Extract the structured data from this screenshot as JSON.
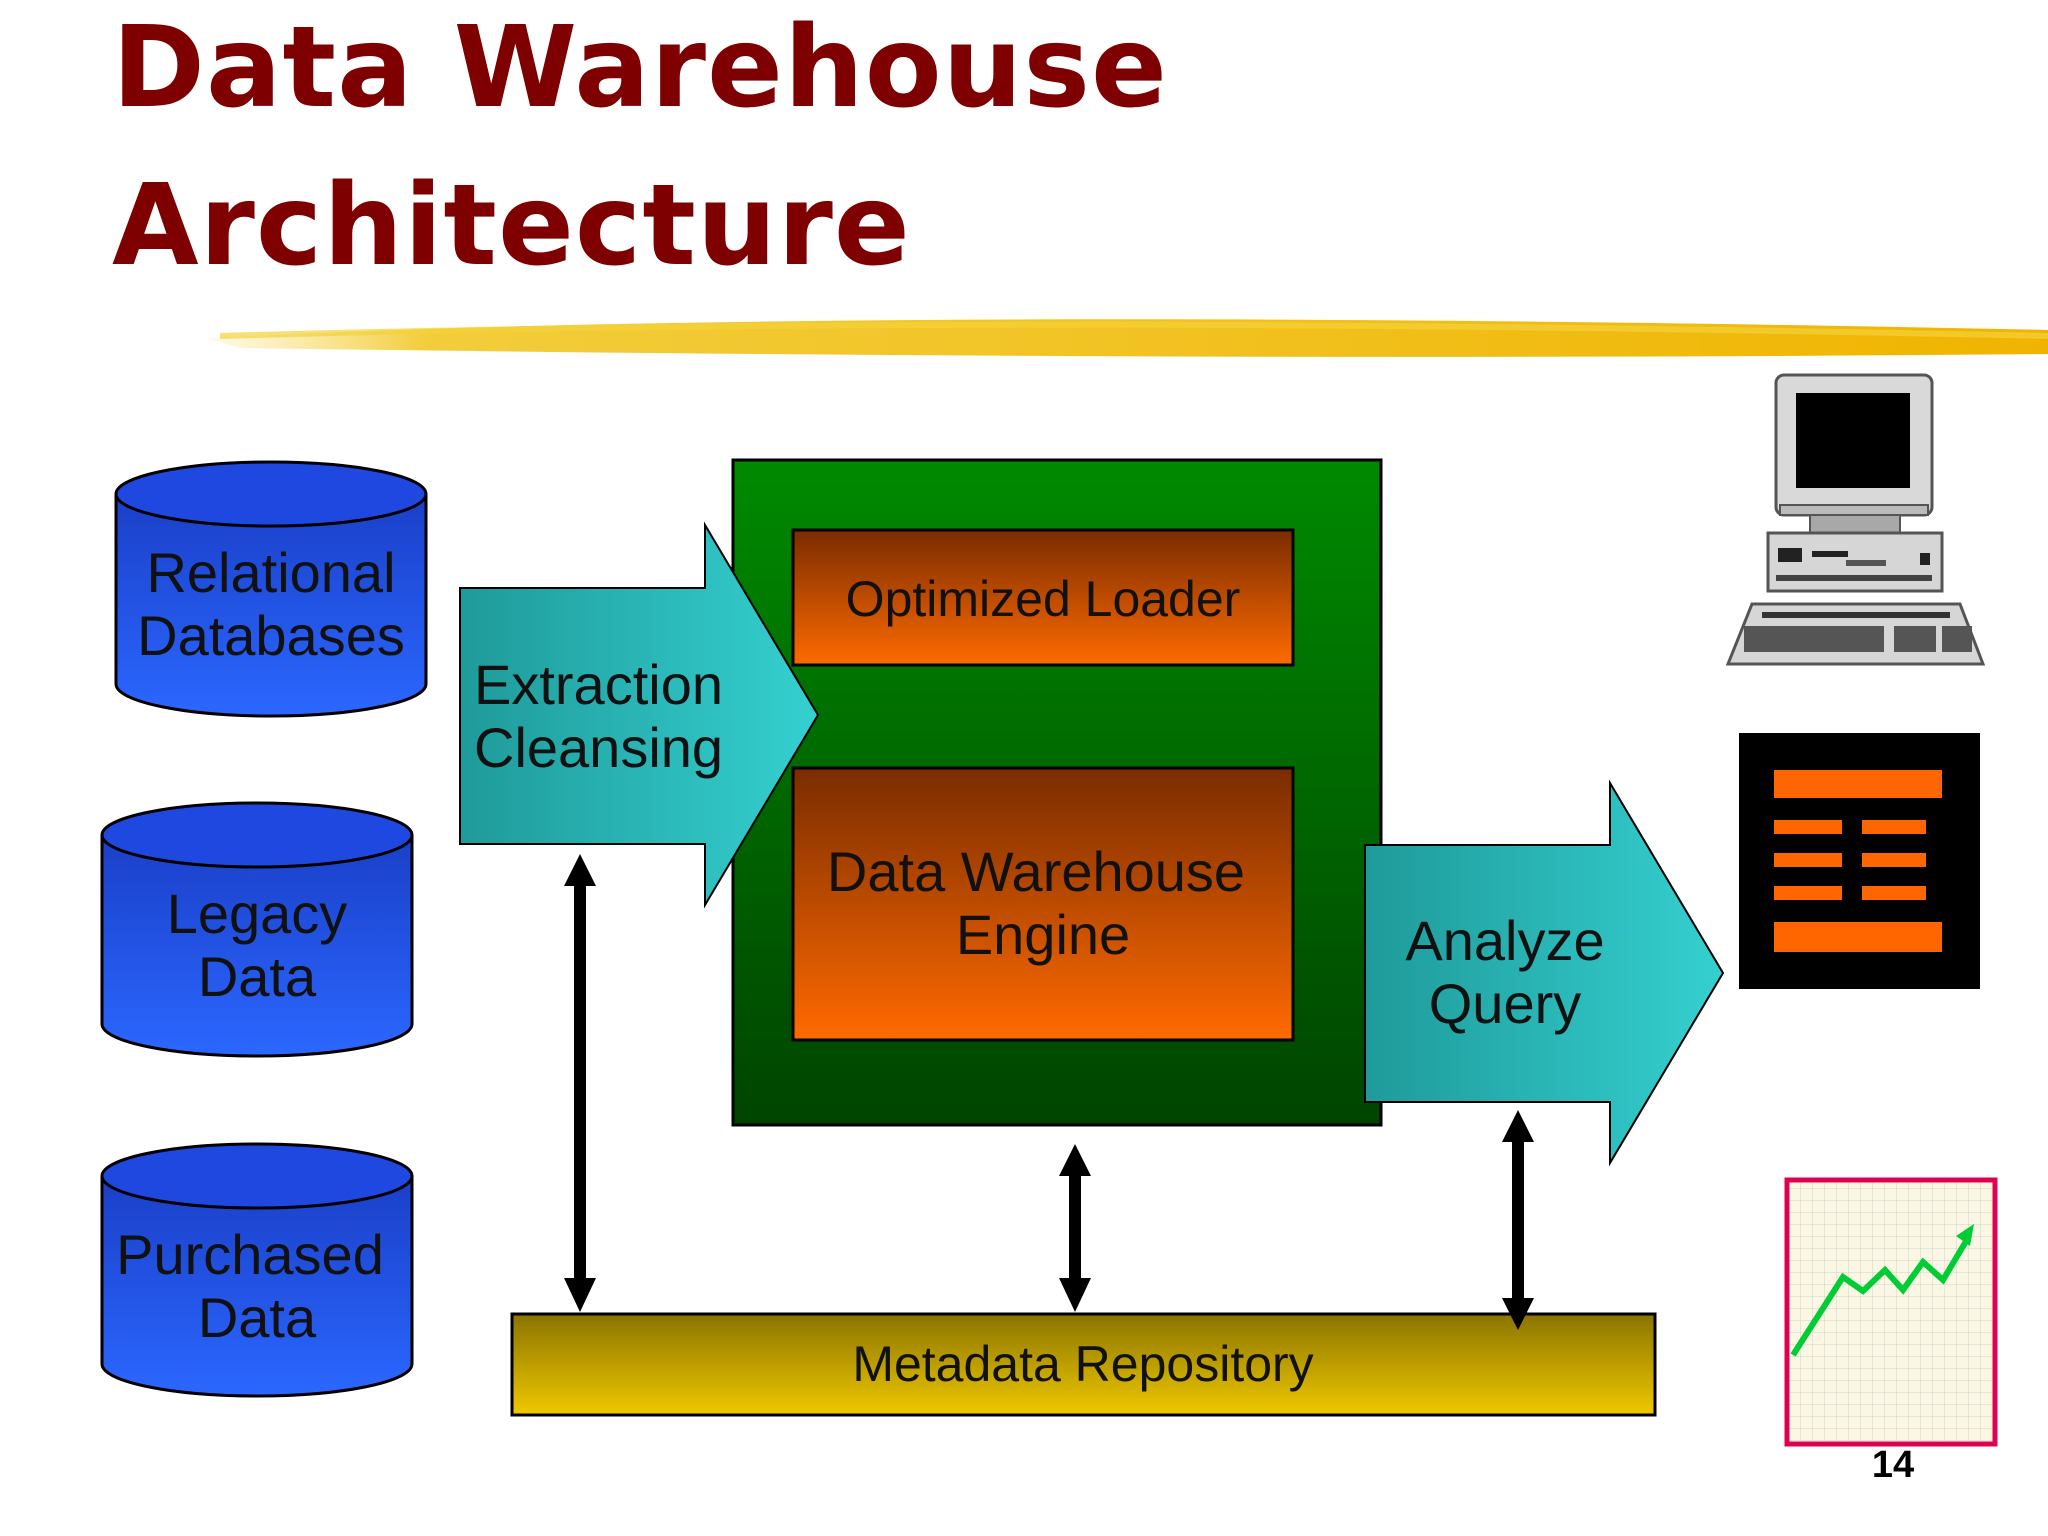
{
  "title": {
    "line1": "Data Warehouse",
    "line2": "Architecture"
  },
  "sources": [
    {
      "line1": "Relational",
      "line2": "Databases"
    },
    {
      "line1": "Legacy",
      "line2": "Data"
    },
    {
      "line1": "Purchased",
      "line2": "Data"
    }
  ],
  "extraction": {
    "line1": "Extraction",
    "line2": "Cleansing"
  },
  "warehouse": {
    "loader": "Optimized Loader",
    "engine": {
      "line1": "Data Warehouse",
      "line2": "Engine"
    }
  },
  "analyze": {
    "line1": "Analyze",
    "line2": "Query"
  },
  "metadata": "Metadata Repository",
  "page_number": "14",
  "icons": [
    "computer-icon",
    "report-icon",
    "growth-chart-icon"
  ],
  "colors": {
    "title": "#7f0000",
    "source_db": "#1f4fff",
    "arrow": "#2ec9c9",
    "warehouse": "#007a00",
    "inner_box": "#e85a00",
    "metadata": "#d4b000",
    "highlight": "#f0c419"
  }
}
